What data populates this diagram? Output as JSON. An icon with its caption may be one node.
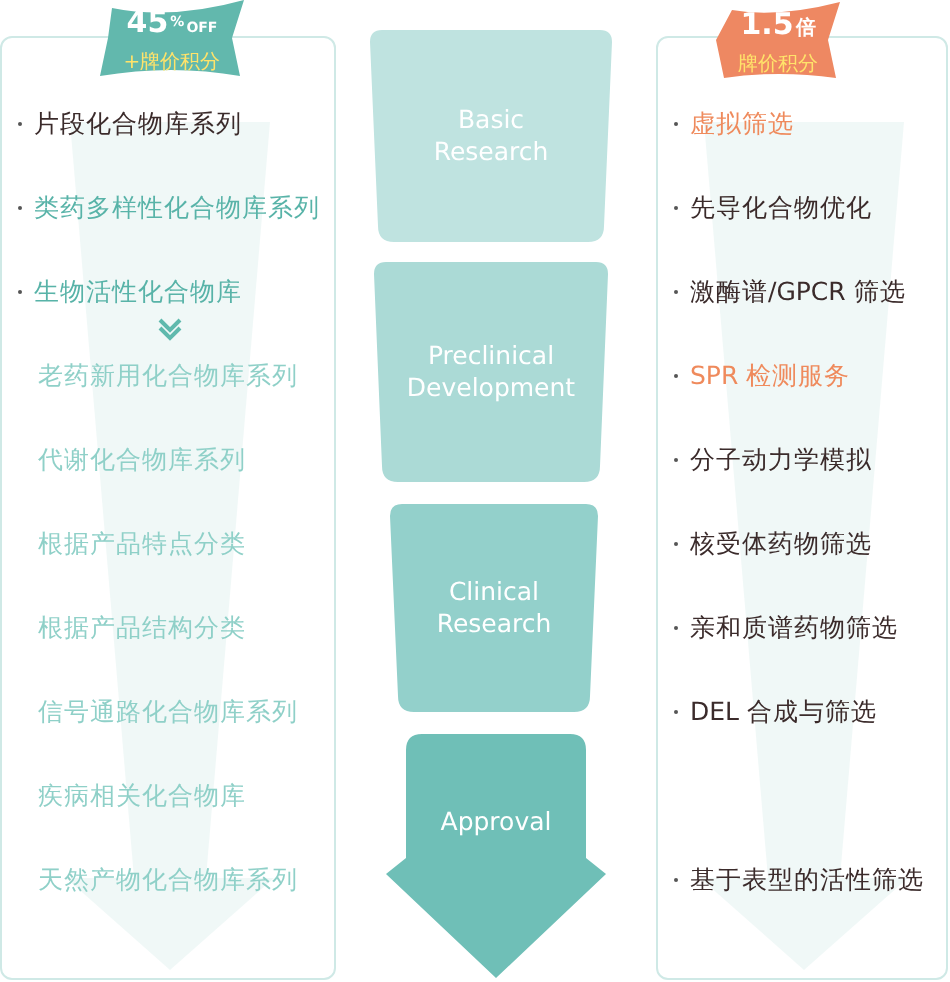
{
  "diagram": {
    "nodes": [
      {
        "text": [
          "45",
          "%",
          "OFF",
          "+牌价积分"
        ]
      },
      {
        "text": [],
        "shape": "box"
      },
      {
        "text": [
          "片段化合物库系列"
        ],
        "in": 1
      },
      {
        "text": [
          "类药多样性化合物库系列"
        ],
        "in": 1
      },
      {
        "text": [
          "生物活性化合物库"
        ],
        "in": 1
      },
      {
        "text": [
          "老药新用化合物库系列"
        ],
        "in": 1
      },
      {
        "text": [
          "代谢化合物库系列"
        ],
        "in": 1
      },
      {
        "text": [
          "根据产品特点分类"
        ],
        "in": 1
      },
      {
        "text": [
          "根据产品结构分类"
        ],
        "in": 1
      },
      {
        "text": [
          "信号通路化合物库系列"
        ],
        "in": 1
      },
      {
        "text": [
          "疾病相关化合物库"
        ],
        "in": 1
      },
      {
        "text": [
          "天然产物化合物库系列"
        ],
        "in": 1
      },
      {
        "text": [
          "Basic Research"
        ]
      },
      {
        "text": [
          "Preclinical Development"
        ]
      },
      {
        "text": [
          "Clinical Research"
        ]
      },
      {
        "text": [
          "Approval"
        ]
      },
      {
        "text": [
          "1.5",
          "倍",
          "牌价积分"
        ]
      },
      {
        "text": [],
        "shape": "box"
      },
      {
        "text": [
          "虚拟筛选"
        ],
        "in": 17
      },
      {
        "text": [
          "先导化合物优化"
        ],
        "in": 17
      },
      {
        "text": [
          "激酶谱/GPCR 筛选"
        ],
        "in": 17
      },
      {
        "text": [
          "SPR 检测服务"
        ],
        "in": 17
      },
      {
        "text": [
          "分子动力学模拟"
        ],
        "in": 17
      },
      {
        "text": [
          "核受体药物筛选"
        ],
        "in": 17
      },
      {
        "text": [
          "亲和质谱药物筛选"
        ],
        "in": 17
      },
      {
        "text": [
          "DEL 合成与筛选"
        ],
        "in": 17
      },
      {
        "text": [
          "基于表型的活性筛选"
        ],
        "in": 17
      }
    ]
  }
}
